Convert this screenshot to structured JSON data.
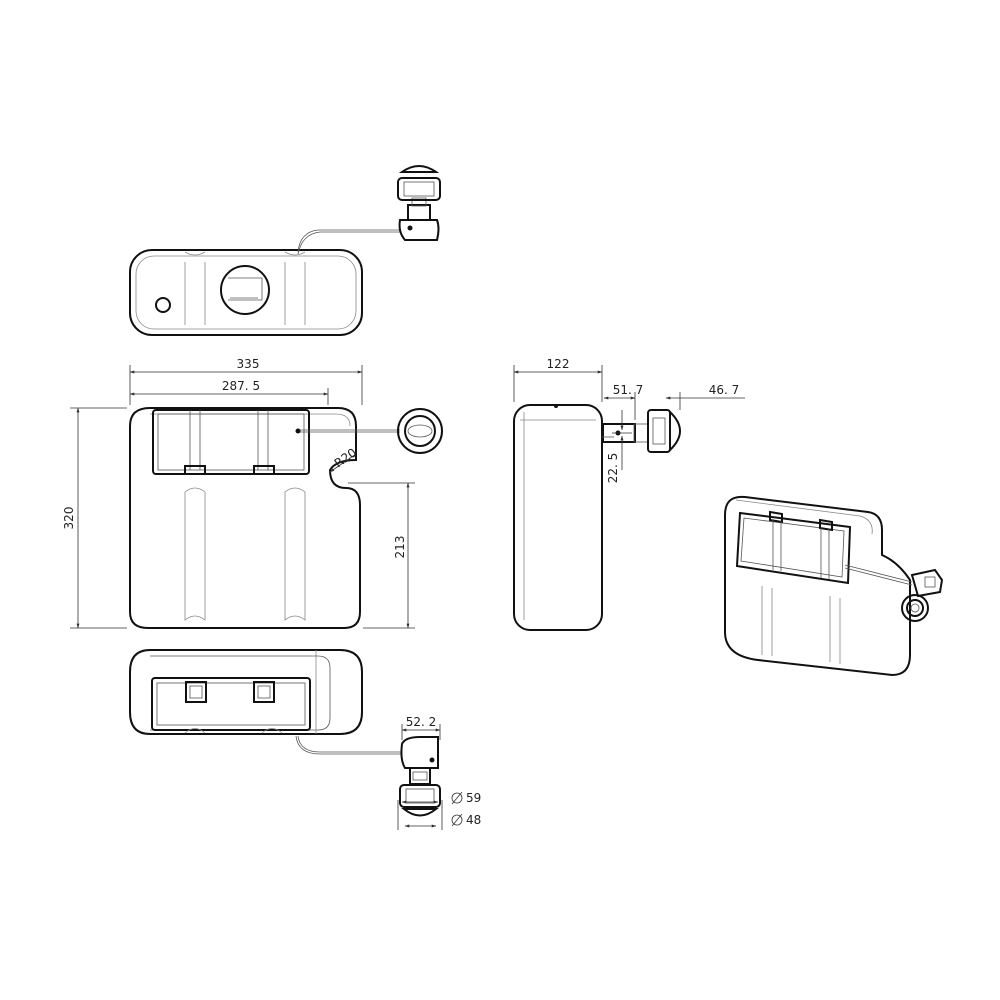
{
  "dimensions": {
    "front_width": "335",
    "front_inner_width": "287. 5",
    "front_height": "320",
    "front_lower_height": "213",
    "corner_radius": "R20",
    "side_depth": "122",
    "side_offset_1": "51. 7",
    "side_offset_2": "46. 7",
    "side_offset_v": "22. 5",
    "bottom_offset": "52. 2",
    "button_outer_diameter": "59",
    "button_inner_diameter": "48"
  },
  "colors": {
    "stroke": "#111111",
    "background": "#ffffff"
  }
}
